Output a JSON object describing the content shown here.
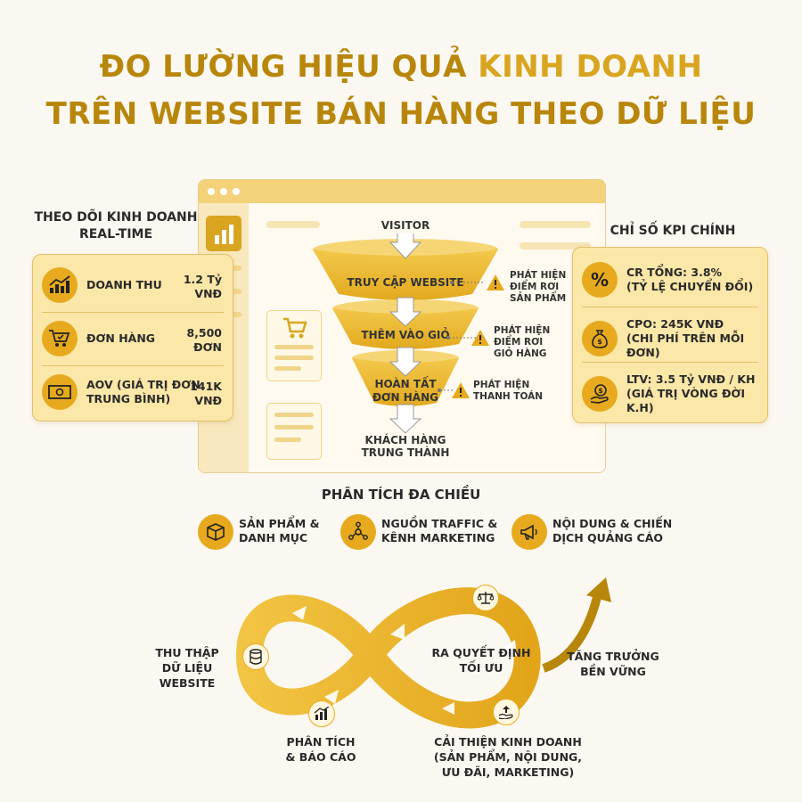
{
  "title": {
    "line1_a": "ĐO LƯỜNG HIỆU QUẢ ",
    "line1_b": "KINH DOANH",
    "line2": "TRÊN WEBSITE BÁN HÀNG THEO DỮ LIỆU"
  },
  "left_panel": {
    "title_1": "THEO DÕI KINH DOANH",
    "title_2": "REAL-TIME",
    "items": [
      {
        "label": "DOANH THU",
        "value_1": "1.2 Tỷ",
        "value_2": "VNĐ"
      },
      {
        "label": "ĐƠN HÀNG",
        "value_1": "8,500",
        "value_2": "ĐƠN"
      },
      {
        "label_1": "AOV (GIÁ TRỊ ĐƠN",
        "label_2": "TRUNG BÌNH)",
        "value_1": "141K",
        "value_2": "VNĐ"
      }
    ]
  },
  "funnel": {
    "top": "VISITOR",
    "stages": [
      "TRUY CẬP WEBSITE",
      "THÊM VÀO GIỎ",
      "HOÀN TẤT",
      "ĐƠN HÀNG"
    ],
    "bottom_1": "KHÁCH HÀNG",
    "bottom_2": "TRUNG THÀNH",
    "warnings": [
      {
        "l1": "PHÁT HIỆN",
        "l2": "ĐIỂM RƠI",
        "l3": "SẢN PHẨM"
      },
      {
        "l1": "PHÁT HIỆN",
        "l2": "ĐIỂM RƠI",
        "l3": "GIỎ HÀNG"
      },
      {
        "l1": "PHÁT HIỆN",
        "l2": "THANH TOÁN"
      }
    ]
  },
  "right_panel": {
    "title": "CHỈ SỐ KPI CHÍNH",
    "items": [
      {
        "l1": "CR TỔNG: 3.8%",
        "l2": "(TỶ LỆ CHUYỂN ĐỔI)"
      },
      {
        "l1": "CPO: 245K VNĐ",
        "l2": "(CHI PHÍ TRÊN MỖI ĐƠN)"
      },
      {
        "l1": "LTV: 3.5 Tỷ VNĐ / KH",
        "l2": "(GIÁ TRỊ VÒNG ĐỜI K.H)"
      }
    ]
  },
  "analysis": {
    "title": "PHÂN TÍCH ĐA CHIỀU",
    "items": [
      {
        "l1": "SẢN PHẨM &",
        "l2": "DANH MỤC"
      },
      {
        "l1": "NGUỒN TRAFFIC &",
        "l2": "KÊNH MARKETING"
      },
      {
        "l1": "NỘI DUNG & CHIẾN",
        "l2": "DỊCH QUẢNG CÁO"
      }
    ]
  },
  "cycle": {
    "collect_1": "THU THẬP",
    "collect_2": "DỮ LIỆU WEBSITE",
    "analyze_1": "PHÂN TÍCH",
    "analyze_2": "& BÁO CÁO",
    "decide_1": "RA QUYẾT ĐỊNH",
    "decide_2": "TỐI ƯU",
    "improve_1": "CẢI THIỆN KINH DOANH",
    "improve_2": "(SẢN PHẨM, NỘI DUNG,",
    "improve_3": "ƯU ĐÃI, MARKETING)",
    "growth_1": "TĂNG TRƯỞNG",
    "growth_2": "BỀN VỮNG"
  },
  "colors": {
    "gold": "#e7aa1e",
    "dark_gold": "#b8860b",
    "card": "#fbe7a8"
  }
}
